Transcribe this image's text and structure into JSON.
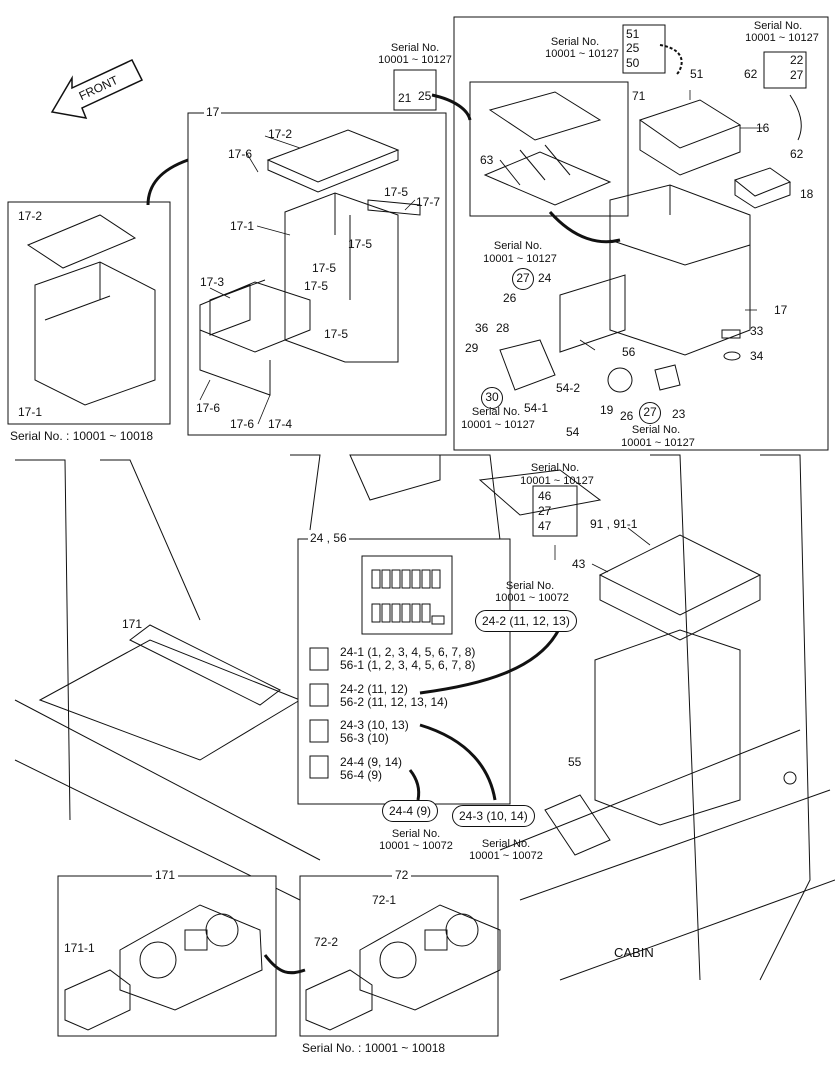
{
  "diagram": {
    "caption_cabin": "CABIN",
    "front_label": "FRONT",
    "serial_label": "Serial No.",
    "serial_10127": "10001 ~ 10127",
    "serial_10072": "10001 ~ 10072",
    "serial_10018_full": "Serial No. : 10001 ~ 10018",
    "box17": {
      "title": "17",
      "parts": [
        "17-2",
        "17-6",
        "17-1",
        "17-5",
        "17-7",
        "17-5",
        "17-5",
        "17-3",
        "17-5",
        "17-5",
        "17-6",
        "17-6",
        "17-4"
      ]
    },
    "box_old": {
      "parts": [
        "17-2",
        "17-1"
      ]
    },
    "top_right": {
      "parts": [
        "51",
        "25",
        "50",
        "51",
        "62",
        "22",
        "27",
        "71",
        "16",
        "62",
        "18",
        "63",
        "24",
        "27",
        "26",
        "36",
        "28",
        "56",
        "17",
        "33",
        "34",
        "29",
        "30",
        "54-1",
        "54-2",
        "54",
        "19",
        "26",
        "27",
        "23"
      ],
      "group_2125": [
        "21",
        "25"
      ]
    },
    "fusebox": {
      "title": "24 , 56",
      "rows": [
        {
          "a": "24-1  (1, 2, 3, 4, 5, 6, 7, 8)",
          "b": "56-1  (1, 2, 3, 4, 5, 6, 7, 8)"
        },
        {
          "a": "24-2  (11, 12)",
          "b": "56-2  (11, 12, 13, 14)"
        },
        {
          "a": "24-3  (10, 13)",
          "b": "56-3  (10)"
        },
        {
          "a": "24-4  (9, 14)",
          "b": "56-4  (9)"
        }
      ],
      "callout_242": "24-2  (11, 12, 13)",
      "callout_244": "24-4  (9)",
      "callout_243": "24-3  (10, 14)"
    },
    "cabin_parts": [
      "46",
      "27",
      "47",
      "43",
      "91 , 91-1",
      "171",
      "55"
    ],
    "box171": {
      "title": "171",
      "part": "171-1"
    },
    "box72": {
      "title": "72",
      "parts": [
        "72-1",
        "72-2"
      ]
    }
  }
}
